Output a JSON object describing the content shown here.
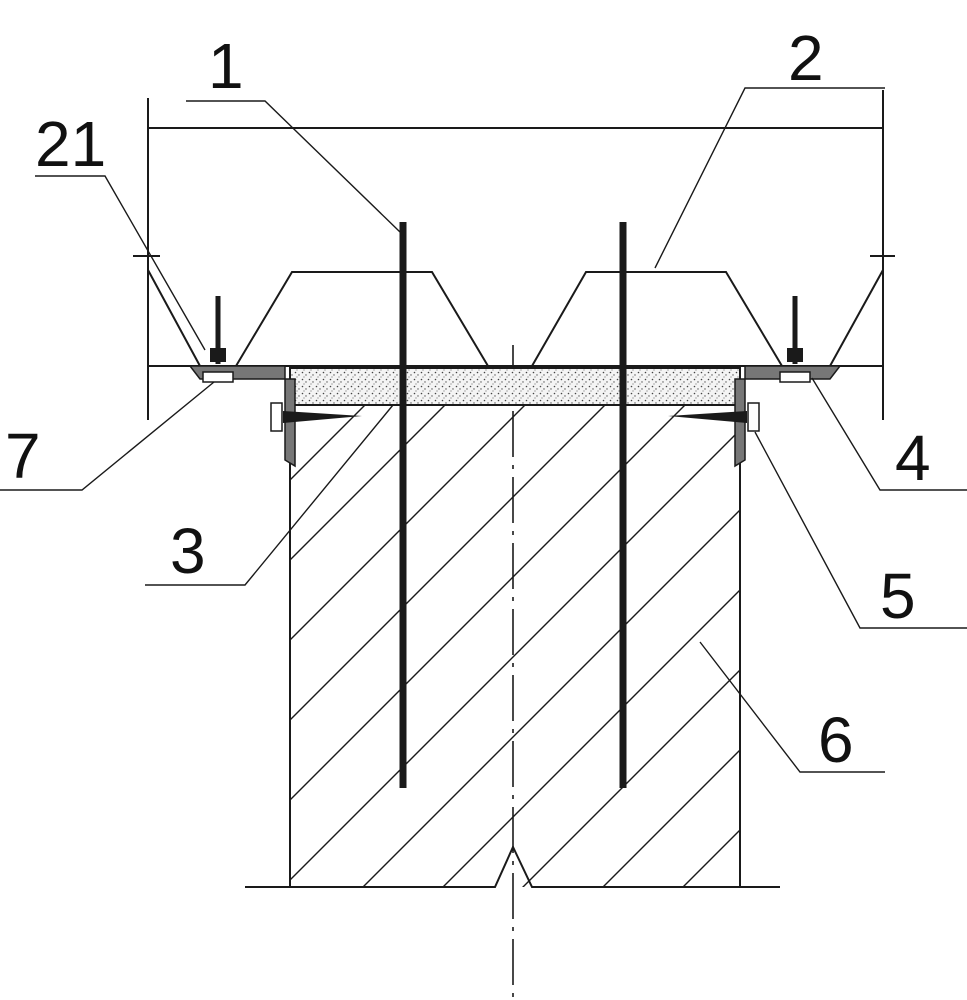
{
  "labels": {
    "l1": "1",
    "l2": "2",
    "l21": "21",
    "l3": "3",
    "l4": "4",
    "l5": "5",
    "l6": "6",
    "l7": "7"
  },
  "colors": {
    "line": "#1a1a1a",
    "background": "#ffffff",
    "grout": "#f2f2f2"
  }
}
